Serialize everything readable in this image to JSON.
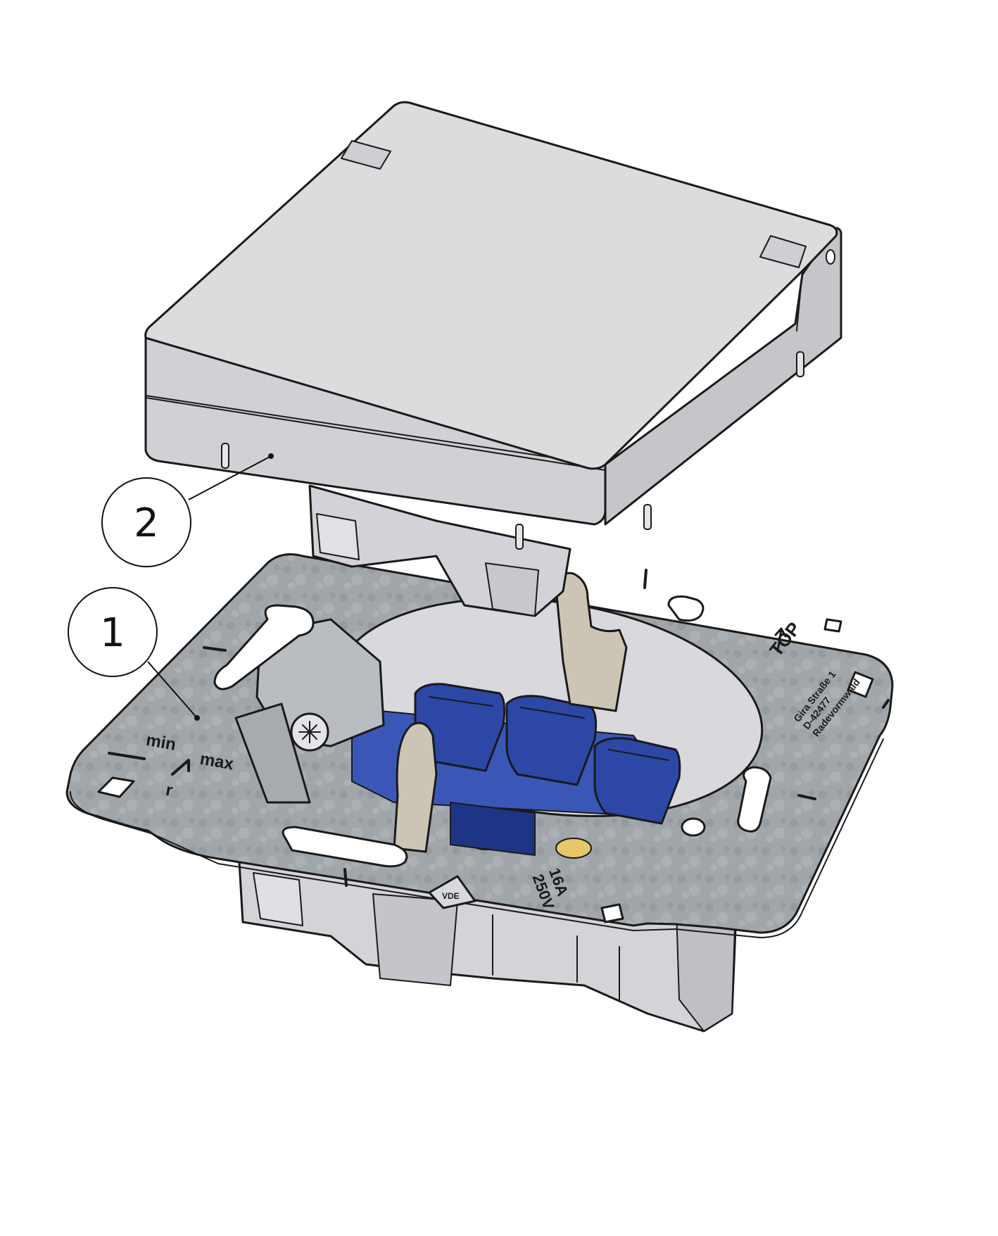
{
  "callouts": [
    {
      "id": "1",
      "label": "1"
    },
    {
      "id": "2",
      "label": "2"
    }
  ],
  "plate_markings": {
    "min": "min",
    "max": "max",
    "r": "r",
    "top": "TOP",
    "address_1": "Gira Straße 1",
    "address_2": "D-42477",
    "address_3": "Radevormwald",
    "rating_current": "16A",
    "rating_voltage": "250V",
    "approval_mark": "VDE"
  },
  "colors": {
    "cover": "#d9d9dc",
    "cover_top": "#dcdcde",
    "cover_side": "#c9c9cd",
    "mounting_plate": "#9ea3a8",
    "insert_body": "#d6d6da",
    "terminal_blue": "#2c47a6",
    "terminal_blue_dark": "#1e3585",
    "spring_contact": "#ccc5b6",
    "line": "#1a1a1a"
  }
}
